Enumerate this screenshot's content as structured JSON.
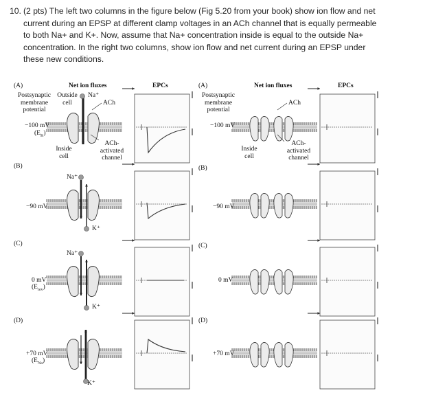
{
  "question": {
    "number": "10.",
    "lines": [
      "(2 pts) The left two columns in the figure below (Fig 5.20 from your book) show ion flow and net",
      "current during an EPSP at different clamp voltages in an ACh channel that is equally permeable",
      "to both Na+ and K+.  Now, assume that Na+ concentration inside is equal to the outside Na+",
      "concentration.   In the right two columns, show ion flow and net current during an EPSP under",
      "these new conditions."
    ]
  },
  "figure": {
    "rows": [
      "(A)",
      "(B)",
      "(C)",
      "(D)"
    ],
    "header_flux": "Net ion fluxes",
    "header_epcs": "EPCs",
    "postsynaptic": [
      "Postsynaptic",
      "membrane",
      "potential"
    ],
    "outside_cell": [
      "Outside",
      "cell"
    ],
    "inside_cell": [
      "Inside",
      "cell"
    ],
    "ach": "ACh",
    "activated": [
      "ACh-",
      "activated",
      "channel"
    ],
    "na_ion": "Na⁺",
    "k_ion": "K⁺",
    "voltages": {
      "a": "−100 mV",
      "a_sub": "(E",
      "a_sub_k": "K",
      "b": "−90 mV",
      "c": "0 mV",
      "c_sub": "(E",
      "c_sub_rev": "rev",
      "d": "+70 mV",
      "d_sub": "(E",
      "d_sub_na": "Na"
    }
  }
}
